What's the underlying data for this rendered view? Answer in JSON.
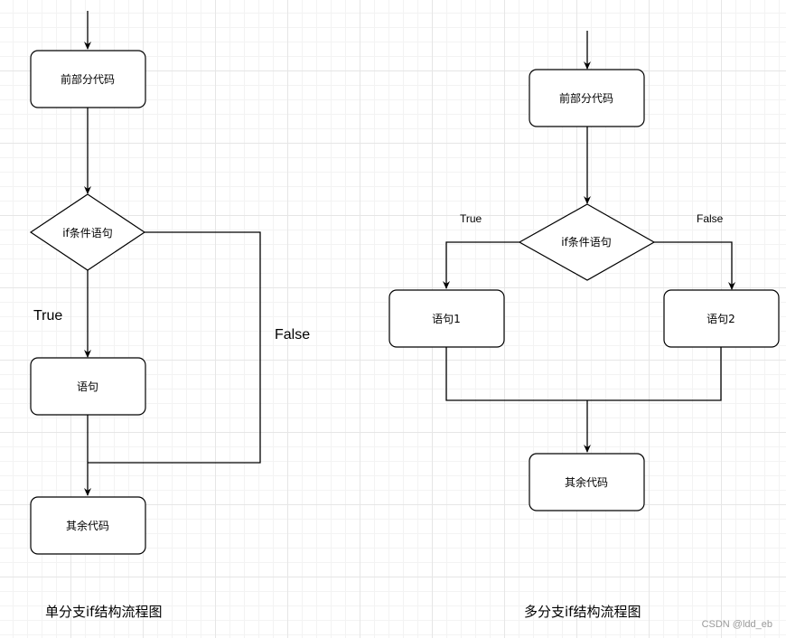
{
  "single_branch": {
    "node_start": "前部分代码",
    "node_condition": "if条件语句",
    "node_statement": "语句",
    "node_rest": "其余代码",
    "label_true": "True",
    "label_false": "False",
    "caption": "单分支if结构流程图"
  },
  "multi_branch": {
    "node_start": "前部分代码",
    "node_condition": "if条件语句",
    "node_statement1": "语句1",
    "node_statement2": "语句2",
    "node_rest": "其余代码",
    "label_true": "True",
    "label_false": "False",
    "caption": "多分支if结构流程图"
  },
  "watermark": "CSDN @ldd_eb"
}
